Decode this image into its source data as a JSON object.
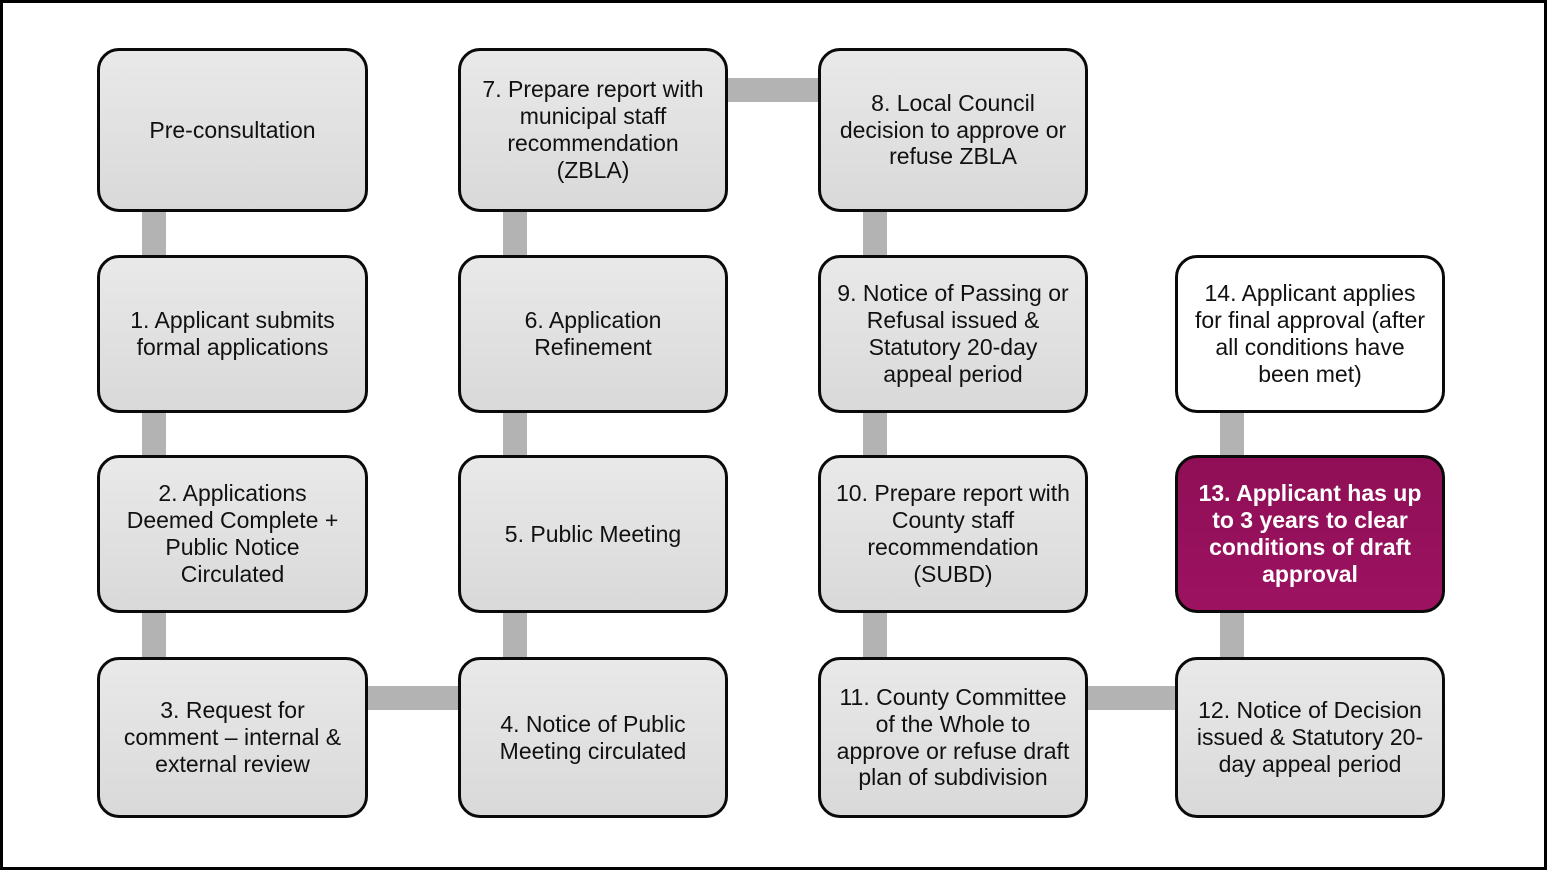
{
  "diagram_title": "Planning application process flowchart",
  "colors": {
    "accent_box": "#98115d",
    "gray_box_top": "#e9e9e9",
    "gray_box_bottom": "#d9d9d9",
    "white_box": "#ffffff",
    "box_border": "#0a0a0a",
    "connector": "#b3b3b3",
    "outer_frame": "#000000",
    "text_dark": "#111111",
    "text_light": "#ffffff"
  },
  "nodes": [
    {
      "label": "Pre-consultation"
    },
    {
      "label": "1. Applicant submits formal applications"
    },
    {
      "label": "2. Applications Deemed Complete + Public Notice Circulated"
    },
    {
      "label": "3. Request for comment – internal & external review"
    },
    {
      "label": "4. Notice of Public Meeting circulated"
    },
    {
      "label": "5. Public Meeting"
    },
    {
      "label": "6. Application Refinement"
    },
    {
      "label": "7. Prepare report with municipal staff recommendation (ZBLA)"
    },
    {
      "label": "8. Local Council decision to approve or refuse ZBLA"
    },
    {
      "label": "9. Notice of Passing or Refusal issued & Statutory 20-day appeal period"
    },
    {
      "label": "10. Prepare report with County staff recommendation (SUBD)"
    },
    {
      "label": "11. County Committee of the Whole to approve or refuse draft plan of subdivision"
    },
    {
      "label": "12. Notice of Decision issued & Statutory 20-day appeal period"
    },
    {
      "label": "13. Applicant has up to 3 years to clear conditions of draft approval"
    },
    {
      "label": "14. Applicant applies for final approval (after all conditions have been met)"
    }
  ],
  "flow_connections": [
    "Pre-consultation -> 1",
    "1 -> 2",
    "2 -> 3",
    "3 -> 4",
    "4 -> 5",
    "5 -> 6",
    "6 -> 7",
    "7 -> 8",
    "8 -> 9",
    "9 -> 10",
    "10 -> 11",
    "11 -> 12",
    "12 -> 13",
    "13 -> 14"
  ]
}
